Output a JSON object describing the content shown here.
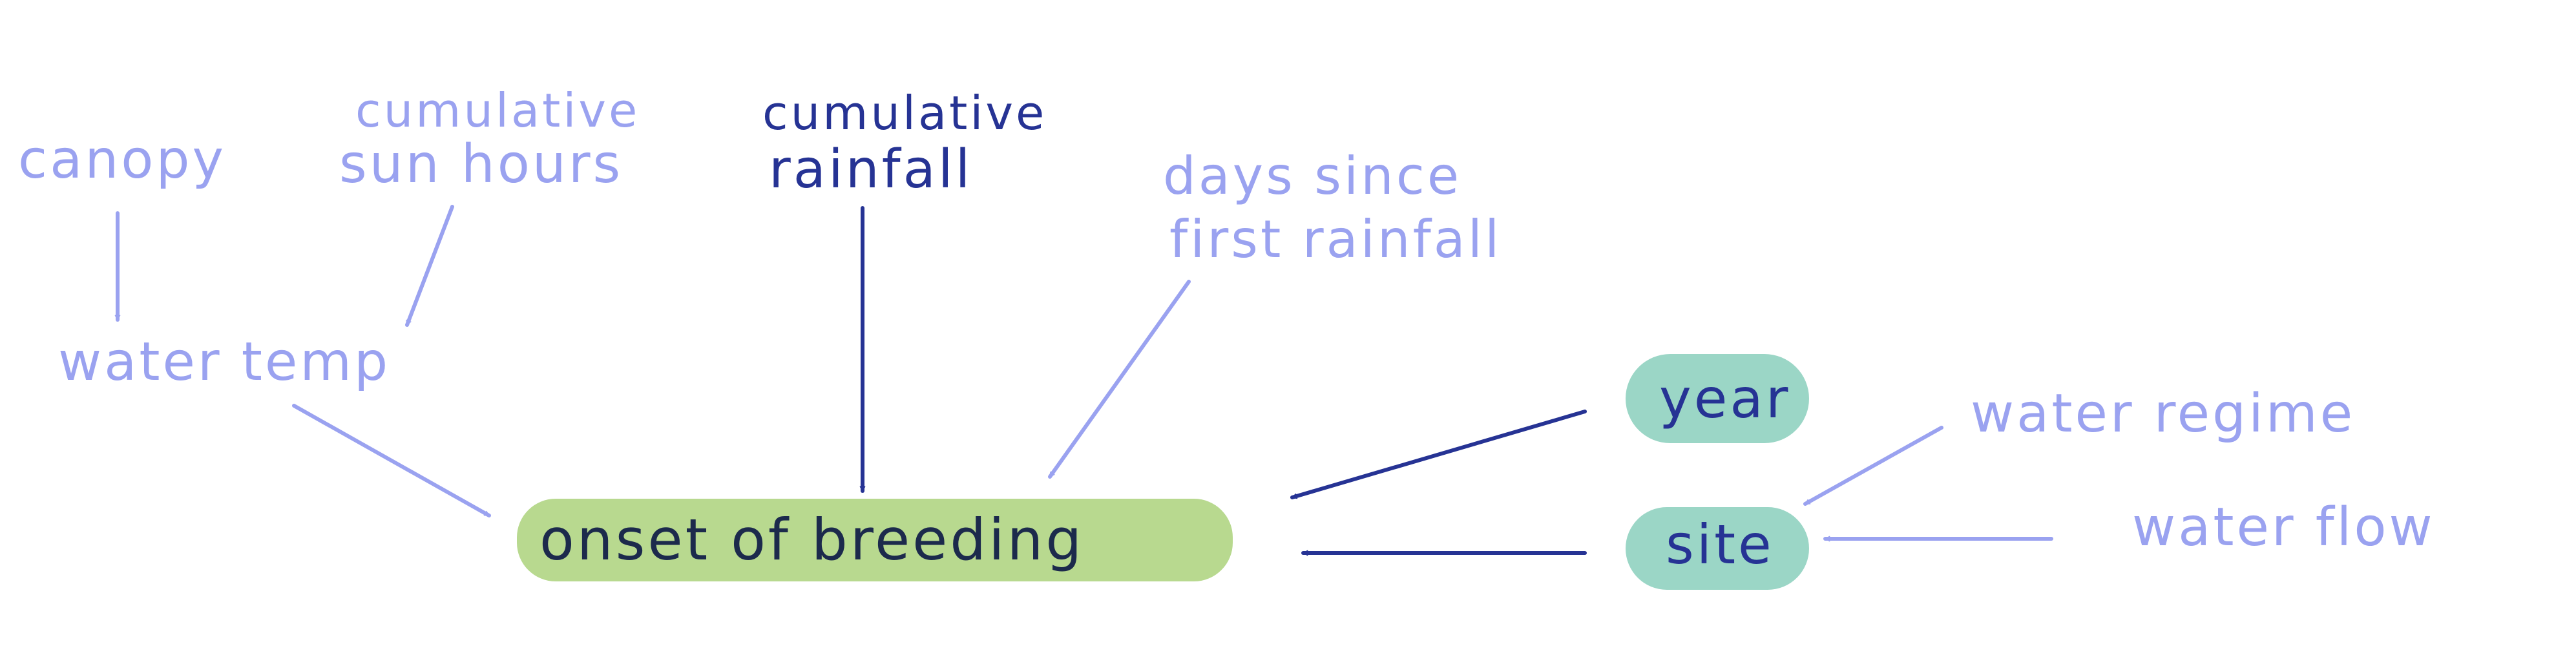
{
  "colors": {
    "light_node_text": "#9aa2f0",
    "dark_node_text": "#263394",
    "target_fill": "#b8d98f",
    "target_text": "#1c2a4c",
    "random_effect_fill": "#9bd6c6",
    "light_arrow": "#9aa2f0",
    "dark_arrow": "#263394"
  },
  "nodes": {
    "canopy": "canopy",
    "cumulative_sun_hours_line1": "cumulative",
    "cumulative_sun_hours_line2": "sun  hours",
    "cumulative_rainfall_line1": "cumulative",
    "cumulative_rainfall_line2": "rainfall",
    "days_since_line1": "days  since",
    "days_since_line2": "first  rainfall",
    "water_temp": "water  temp",
    "onset_of_breeding": "onset  of  breeding",
    "year": "year",
    "site": "site",
    "water_regime": "water regime",
    "water_flow": "water  flow"
  }
}
